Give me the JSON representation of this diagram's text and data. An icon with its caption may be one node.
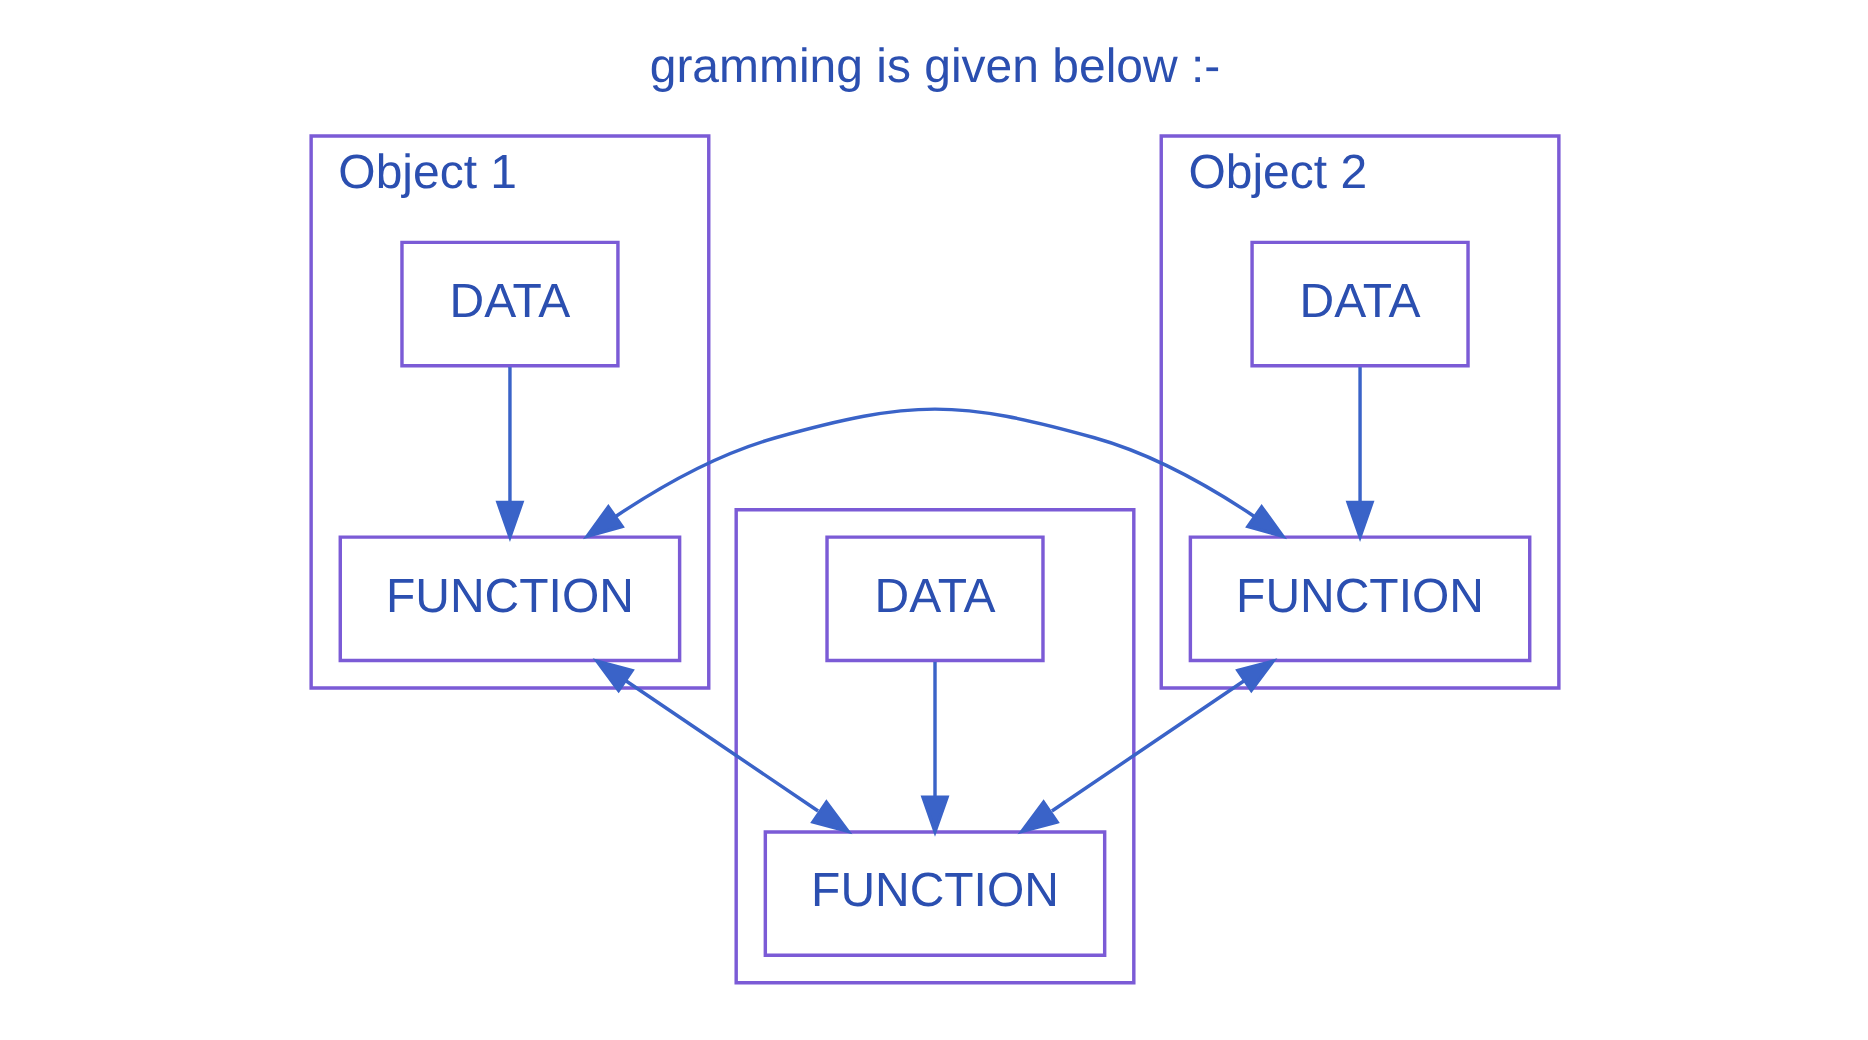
{
  "diagram": {
    "title": "gramming is given below :-",
    "nodes": [
      {
        "text": [
          "Object 1"
        ]
      },
      {
        "text": [
          "DATA"
        ],
        "in": 0
      },
      {
        "text": [
          "FUNCTION"
        ],
        "in": 0
      },
      {
        "text": [
          "Object 2"
        ]
      },
      {
        "text": [
          "DATA"
        ],
        "in": 3
      },
      {
        "text": [
          "FUNCTION"
        ],
        "in": 3
      },
      {
        "text": [],
        "shape": "box"
      },
      {
        "text": [
          "DATA"
        ],
        "in": 6
      },
      {
        "text": [
          "FUNCTION"
        ],
        "in": 6
      }
    ],
    "edges": [
      {
        "from": 1,
        "to": 2,
        "arrow": "to"
      },
      {
        "from": 4,
        "to": 5,
        "arrow": "to"
      },
      {
        "from": 5,
        "to": 2,
        "arrow": "both"
      },
      {
        "from": 8,
        "to": 2,
        "arrow": "both"
      },
      {
        "from": 8,
        "to": 5,
        "arrow": "both"
      },
      {
        "from": 7,
        "to": 8,
        "arrow": "to"
      }
    ]
  }
}
